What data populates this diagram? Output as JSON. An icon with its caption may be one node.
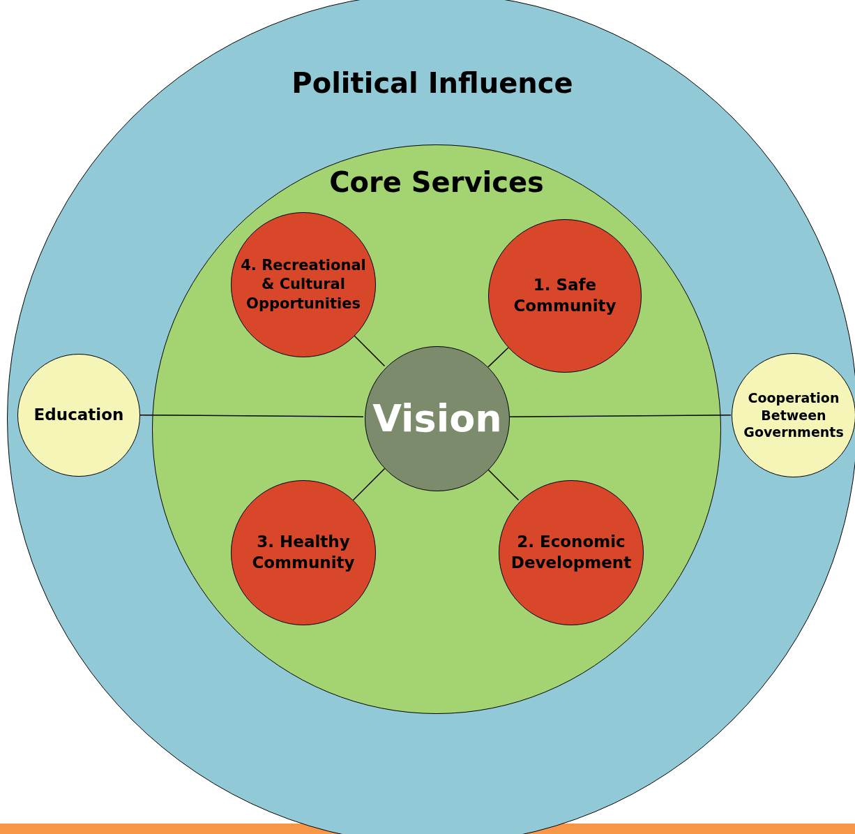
{
  "diagram": {
    "nodes": [
      {
        "text": [
          "Political Influence"
        ]
      },
      {
        "text": [
          "Core Services"
        ],
        "in": 0
      },
      {
        "text": [
          "4. Recreational & Cultural Opportunities"
        ],
        "in": 1
      },
      {
        "text": [
          "1. Safe Community"
        ],
        "in": 1
      },
      {
        "text": [
          "Education"
        ],
        "in": 0
      },
      {
        "text": [
          "Vision"
        ],
        "in": 1
      },
      {
        "text": [
          "Cooperation Between Governments"
        ],
        "in": 0
      },
      {
        "text": [
          "3. Healthy Community"
        ],
        "in": 1
      },
      {
        "text": [
          "2. Economic Development"
        ],
        "in": 1
      }
    ],
    "edges": [
      {
        "from": 5,
        "to": 2,
        "arrow": "none"
      },
      {
        "from": 5,
        "to": 3,
        "arrow": "none"
      },
      {
        "from": 5,
        "to": 4,
        "arrow": "none"
      },
      {
        "from": 5,
        "to": 6,
        "arrow": "none"
      },
      {
        "from": 5,
        "to": 7,
        "arrow": "none"
      },
      {
        "from": 5,
        "to": 8,
        "arrow": "none"
      }
    ]
  }
}
